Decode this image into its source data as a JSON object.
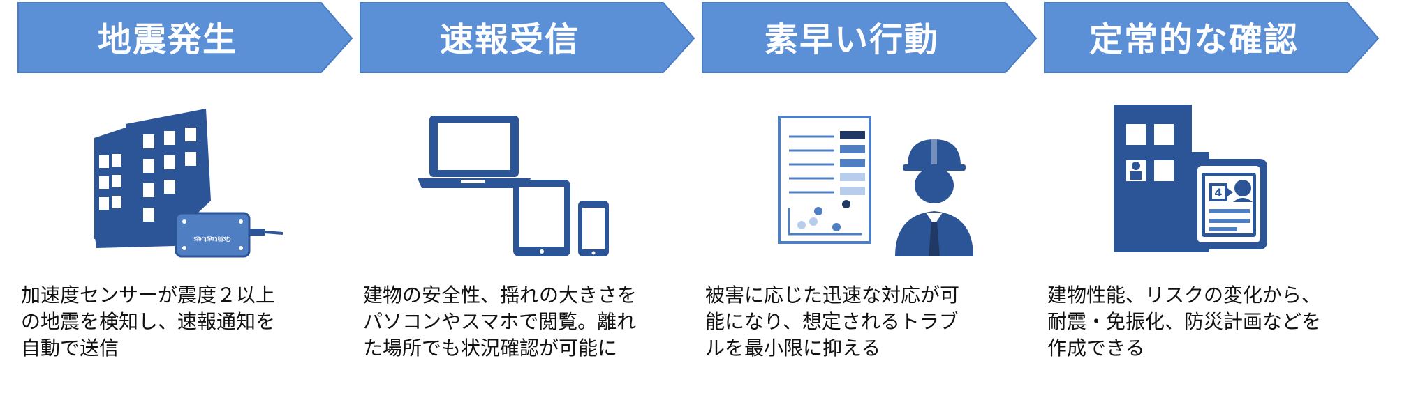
{
  "colors": {
    "arrow_fill": "#5b8fd6",
    "icon_dark": "#2c5597",
    "icon_mid": "#4f7fc2",
    "icon_light": "#b8cdec",
    "icon_navy": "#1f3864"
  },
  "steps": [
    {
      "title": "地震発生",
      "icon": "earthquake-building-sensor-icon",
      "sensor_text": "Contact us\nお問い合わせ",
      "description": "加速度センサーが震度２以上\nの地震を検知し、速報通知を\n自動で送信"
    },
    {
      "title": "速報受信",
      "icon": "devices-icon",
      "description": "建物の安全性、揺れの大きさを\nパソコンやスマホで閲覧。離れ\nた場所でも状況確認が可能に"
    },
    {
      "title": "素早い行動",
      "icon": "report-worker-icon",
      "description": "被害に応じた迅速な対応が可\n能になり、想定されるトラブ\nルを最小限に抑える"
    },
    {
      "title": "定常的な確認",
      "icon": "building-report-icon",
      "badge": "4",
      "description": "建物性能、リスクの変化から、\n耐震・免振化、防災計画などを\n作成できる"
    }
  ]
}
